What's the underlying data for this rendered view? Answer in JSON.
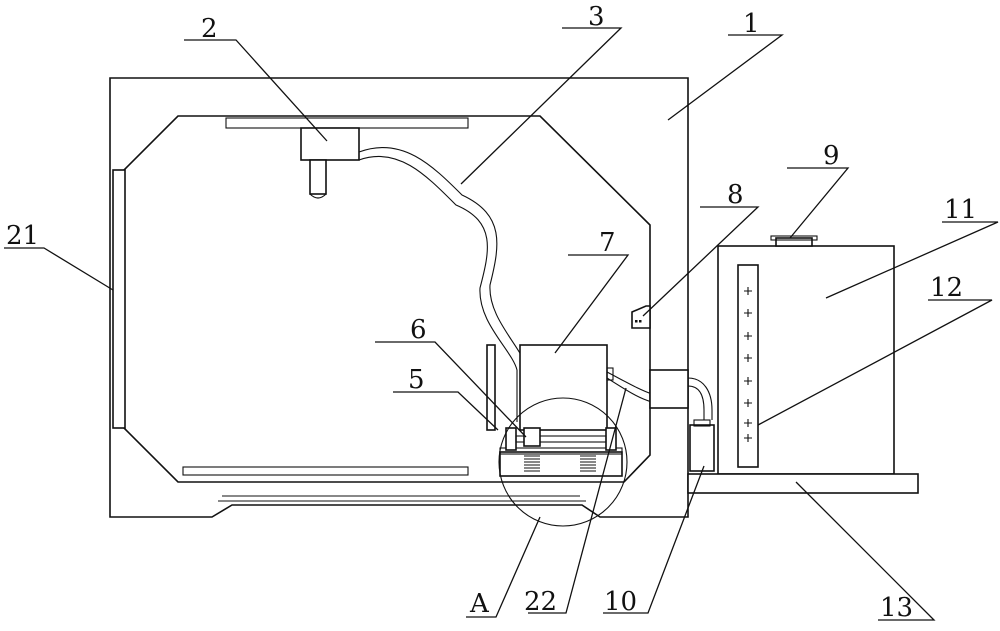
{
  "labels": {
    "l1": "1",
    "l2": "2",
    "l3": "3",
    "l5": "5",
    "l6": "6",
    "l7": "7",
    "l8": "8",
    "l9": "9",
    "l10": "10",
    "l11": "11",
    "l12": "12",
    "l13": "13",
    "l21": "21",
    "l22": "22",
    "lA": "A"
  },
  "colors": {
    "line": "#111111",
    "background": "#ffffff"
  }
}
